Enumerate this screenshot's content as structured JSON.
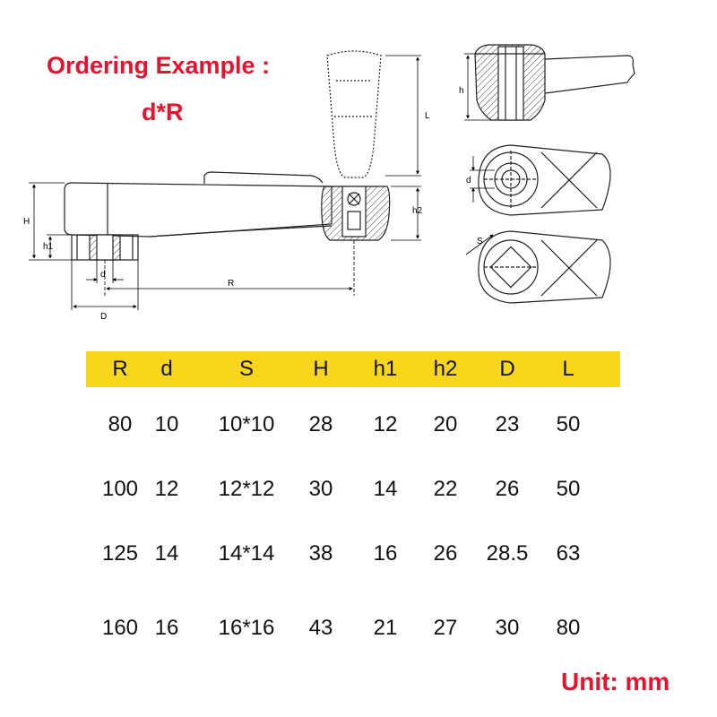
{
  "ordering": {
    "title": "Ordering Example :",
    "formula": "d*R"
  },
  "dimension_labels": {
    "L": "L",
    "H": "H",
    "h1": "h1",
    "h2": "h2",
    "d": "d",
    "D": "D",
    "R": "R",
    "h": "h",
    "S": "S"
  },
  "table": {
    "headers": [
      "R",
      "d",
      "S",
      "H",
      "h1",
      "h2",
      "D",
      "L"
    ],
    "rows": [
      [
        "80",
        "10",
        "10*10",
        "28",
        "12",
        "20",
        "23",
        "50"
      ],
      [
        "100",
        "12",
        "12*12",
        "30",
        "14",
        "22",
        "26",
        "50"
      ],
      [
        "125",
        "14",
        "14*14",
        "38",
        "16",
        "26",
        "28.5",
        "63"
      ],
      [
        "160",
        "16",
        "16*16",
        "43",
        "21",
        "27",
        "30",
        "80"
      ]
    ]
  },
  "unit": "Unit: mm",
  "colors": {
    "accent_red": "#e8122c",
    "header_yellow": "#f8d61c"
  }
}
